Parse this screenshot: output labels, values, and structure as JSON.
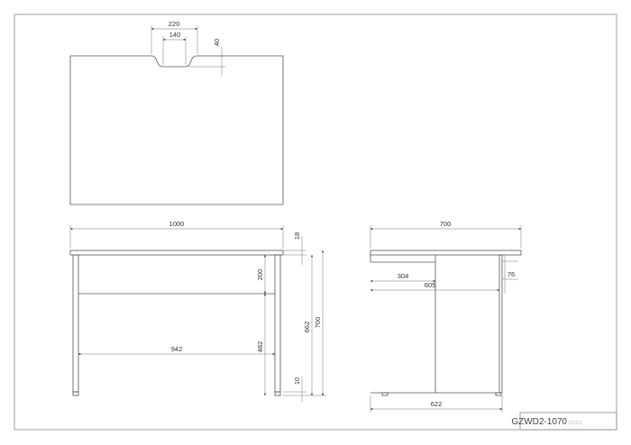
{
  "drawing": {
    "code": "GZWD2-1070",
    "code_suffix": "▭▭"
  },
  "top_view": {
    "dims": {
      "notch_outer": "220",
      "notch_inner": "140",
      "notch_depth": "40"
    }
  },
  "front_view": {
    "dims": {
      "overall_width": "1000",
      "inner_width": "942",
      "top_thickness": "18",
      "leg_height": "662",
      "overall_height": "700",
      "apron_height": "200",
      "knee_height": "482",
      "foot_height": "10"
    }
  },
  "side_view": {
    "dims": {
      "overall_depth": "700",
      "drawer_front": "304",
      "drawer_depth": "605",
      "rail_height": "76",
      "base_depth": "622"
    }
  },
  "colors": {
    "line": "#555555",
    "text": "#333333",
    "frame": "#8a8a8a"
  }
}
